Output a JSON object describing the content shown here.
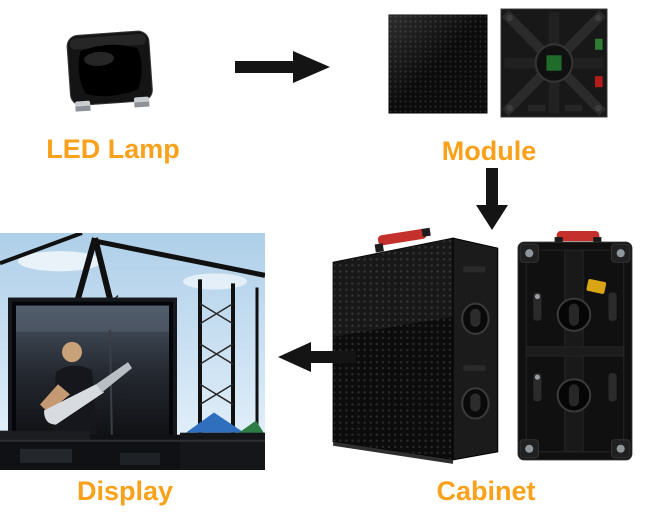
{
  "diagram": {
    "type": "flow",
    "description": "LED display manufacturing flow from single lamp to full display",
    "label_color": "#F9A11B",
    "arrow_color": "#141414",
    "background": "#ffffff",
    "nodes": [
      {
        "id": "led-lamp",
        "label": "LED Lamp",
        "image": "smd-led-lamp-photo"
      },
      {
        "id": "module",
        "label": "Module",
        "image": "led-module-front-and-back-photo"
      },
      {
        "id": "cabinet",
        "label": "Cabinet",
        "image": "led-cabinet-front-and-back-photo"
      },
      {
        "id": "display",
        "label": "Display",
        "image": "outdoor-stage-led-screen-photo"
      }
    ],
    "edges": [
      {
        "from": "led-lamp",
        "to": "module",
        "direction": "right"
      },
      {
        "from": "module",
        "to": "cabinet",
        "direction": "down"
      },
      {
        "from": "cabinet",
        "to": "display",
        "direction": "left"
      }
    ]
  }
}
